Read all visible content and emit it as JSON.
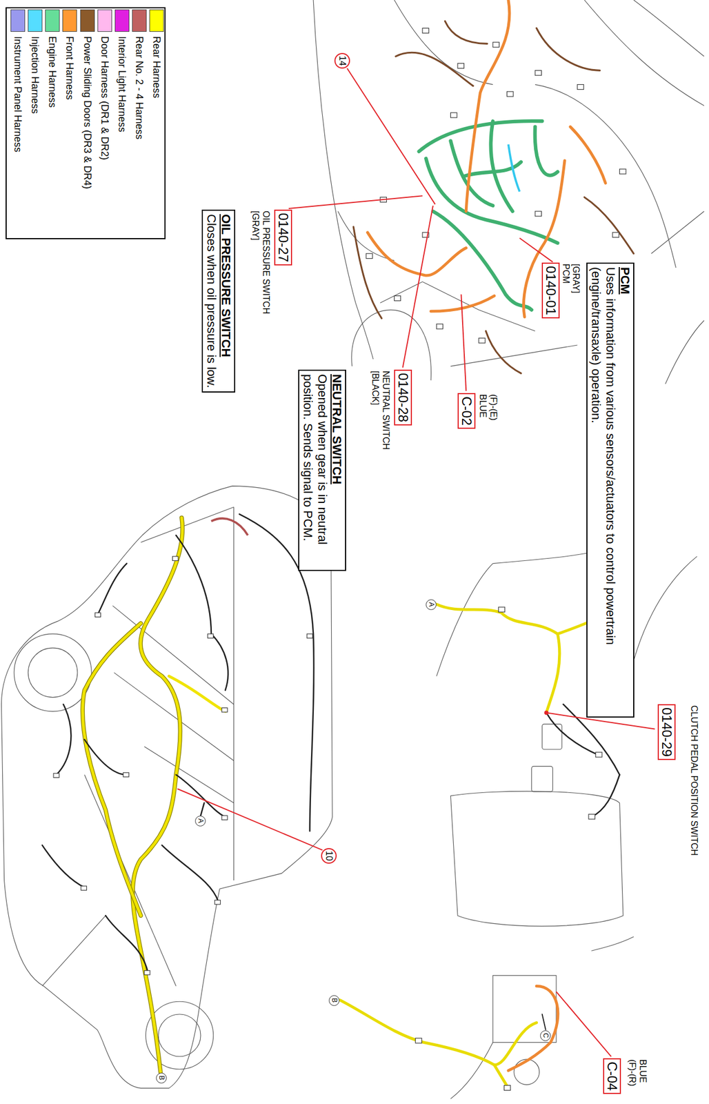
{
  "diagram": {
    "nodes": [
      {
        "text": [
          "14"
        ]
      },
      {
        "text": [
          "PCM",
          "Uses information from various sensors/actuators to control powertrain (engine/transaxle) operation."
        ]
      },
      {
        "text": [
          "0140-01"
        ]
      },
      {
        "text": [
          "C-02"
        ]
      },
      {
        "text": [
          "0140-28"
        ]
      },
      {
        "text": [
          "NEUTRAL SWITCH",
          "Opened when gear is in neutral position. Sends signal to PCM."
        ]
      },
      {
        "text": [
          "0140-27"
        ]
      },
      {
        "text": [
          "OIL PRESSURE SWITCH",
          "Closes when oil pressure is low."
        ]
      },
      {
        "text": [
          "0140-29"
        ]
      },
      {
        "text": [
          "A"
        ]
      },
      {
        "text": [
          "C"
        ]
      },
      {
        "text": [
          "C-04"
        ]
      },
      {
        "text": [
          "B"
        ]
      },
      {
        "text": [
          "10"
        ]
      },
      {
        "text": [
          "A"
        ]
      },
      {
        "text": [
          "B"
        ]
      }
    ],
    "labels": [
      "[GRAY]",
      "PCM",
      "(F)-(E)",
      "BLUE",
      "NEUTRAL SWITCH",
      "[BLACK]",
      "OIL PRESSURE SWITCH",
      "[GRAY]",
      "CLUTCH PEDAL POSITION SWITCH",
      "BLUE",
      "(F)-(R)"
    ],
    "legend": [
      {
        "text": "Rear Harness",
        "color": "#ffff00"
      },
      {
        "text": "Rear No. 2 - 4 Harness",
        "color": "#c06060"
      },
      {
        "text": "Interior Light Harness",
        "color": "#e020e0"
      },
      {
        "text": "Door Harness (DR1 & DR2)",
        "color": "#ffb8ee"
      },
      {
        "text": "Power Sliding Doors (DR3 & DR4)",
        "color": "#8b5a2b"
      },
      {
        "text": "Front Harness",
        "color": "#ff9933"
      },
      {
        "text": "Engine Harness",
        "color": "#66dd99"
      },
      {
        "text": "Injection Harness",
        "color": "#55ddff"
      },
      {
        "text": "Instrument Panel Harness",
        "color": "#9999ee"
      }
    ]
  }
}
